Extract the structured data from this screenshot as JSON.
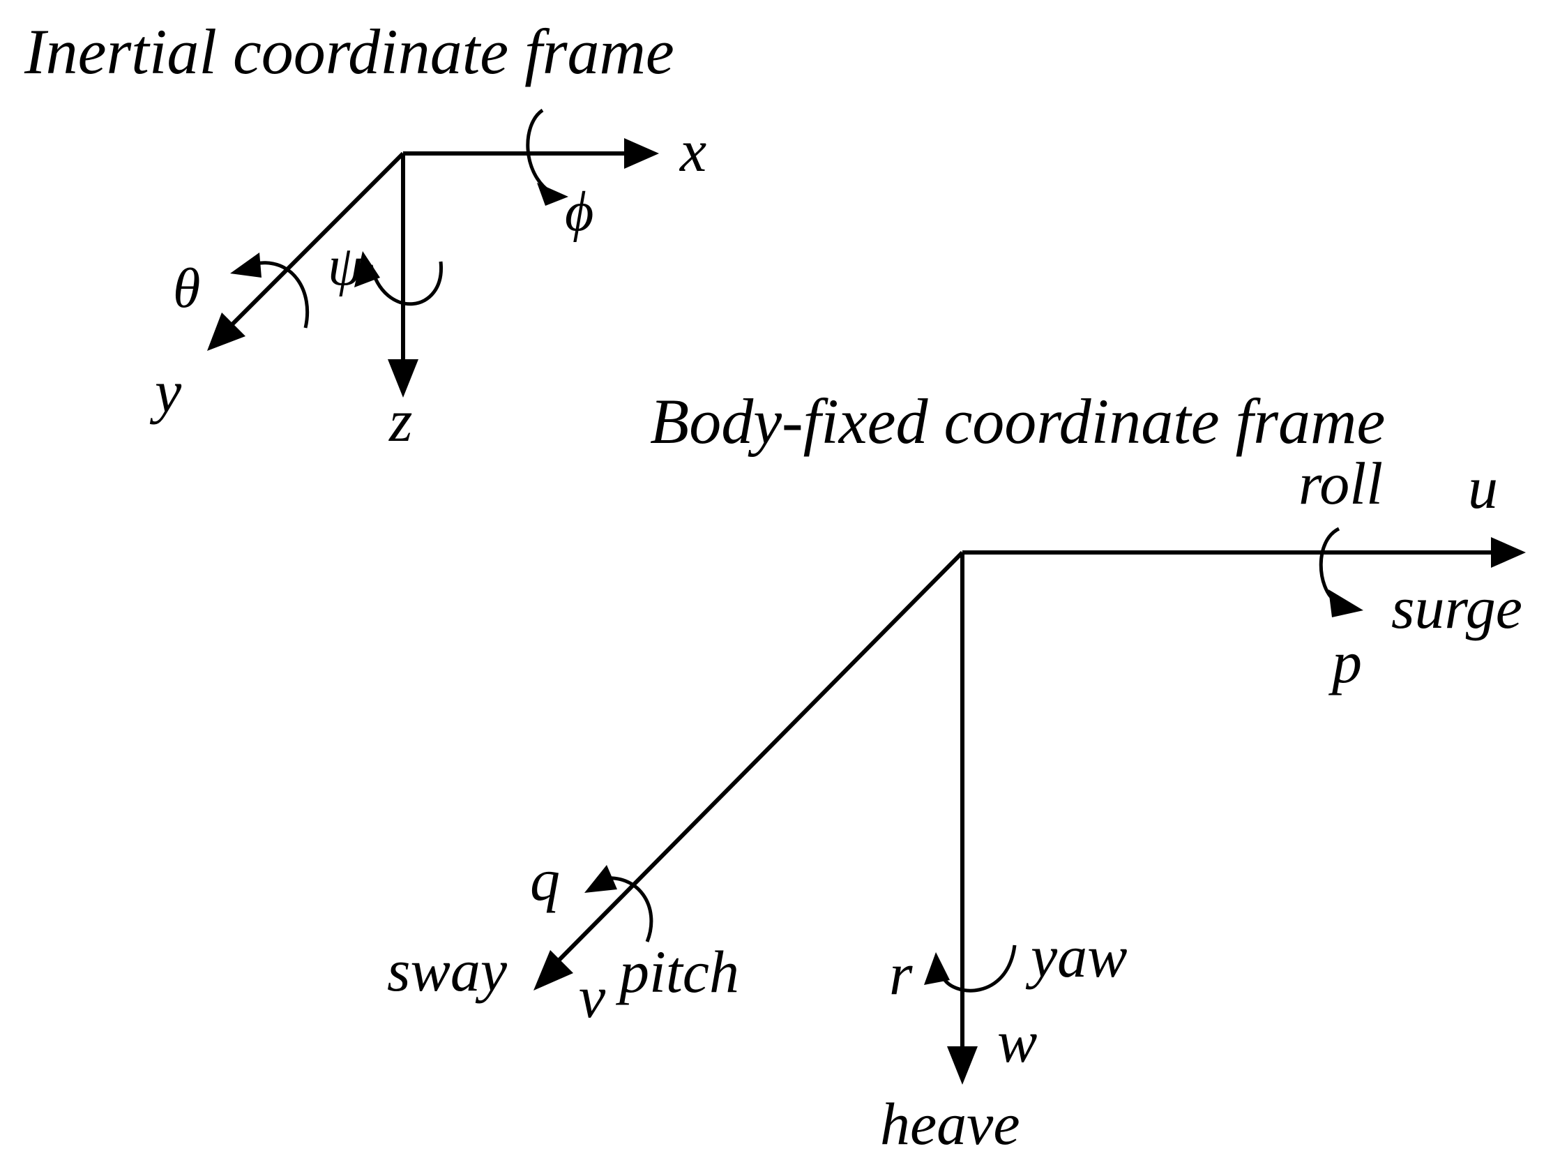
{
  "inertial_frame": {
    "title": "Inertial coordinate frame",
    "axes": {
      "x": "x",
      "y": "y",
      "z": "z"
    },
    "rotations": {
      "x": "ϕ",
      "y": "θ",
      "z": "ψ"
    }
  },
  "body_frame": {
    "title": "Body-fixed coordinate frame",
    "x_axis": {
      "velocity": "u",
      "motion": "surge",
      "rotation_rate": "p",
      "rotation": "roll"
    },
    "y_axis": {
      "velocity": "v",
      "motion": "sway",
      "rotation_rate": "q",
      "rotation": "pitch"
    },
    "z_axis": {
      "velocity": "w",
      "motion": "heave",
      "rotation_rate": "r",
      "rotation": "yaw"
    }
  }
}
